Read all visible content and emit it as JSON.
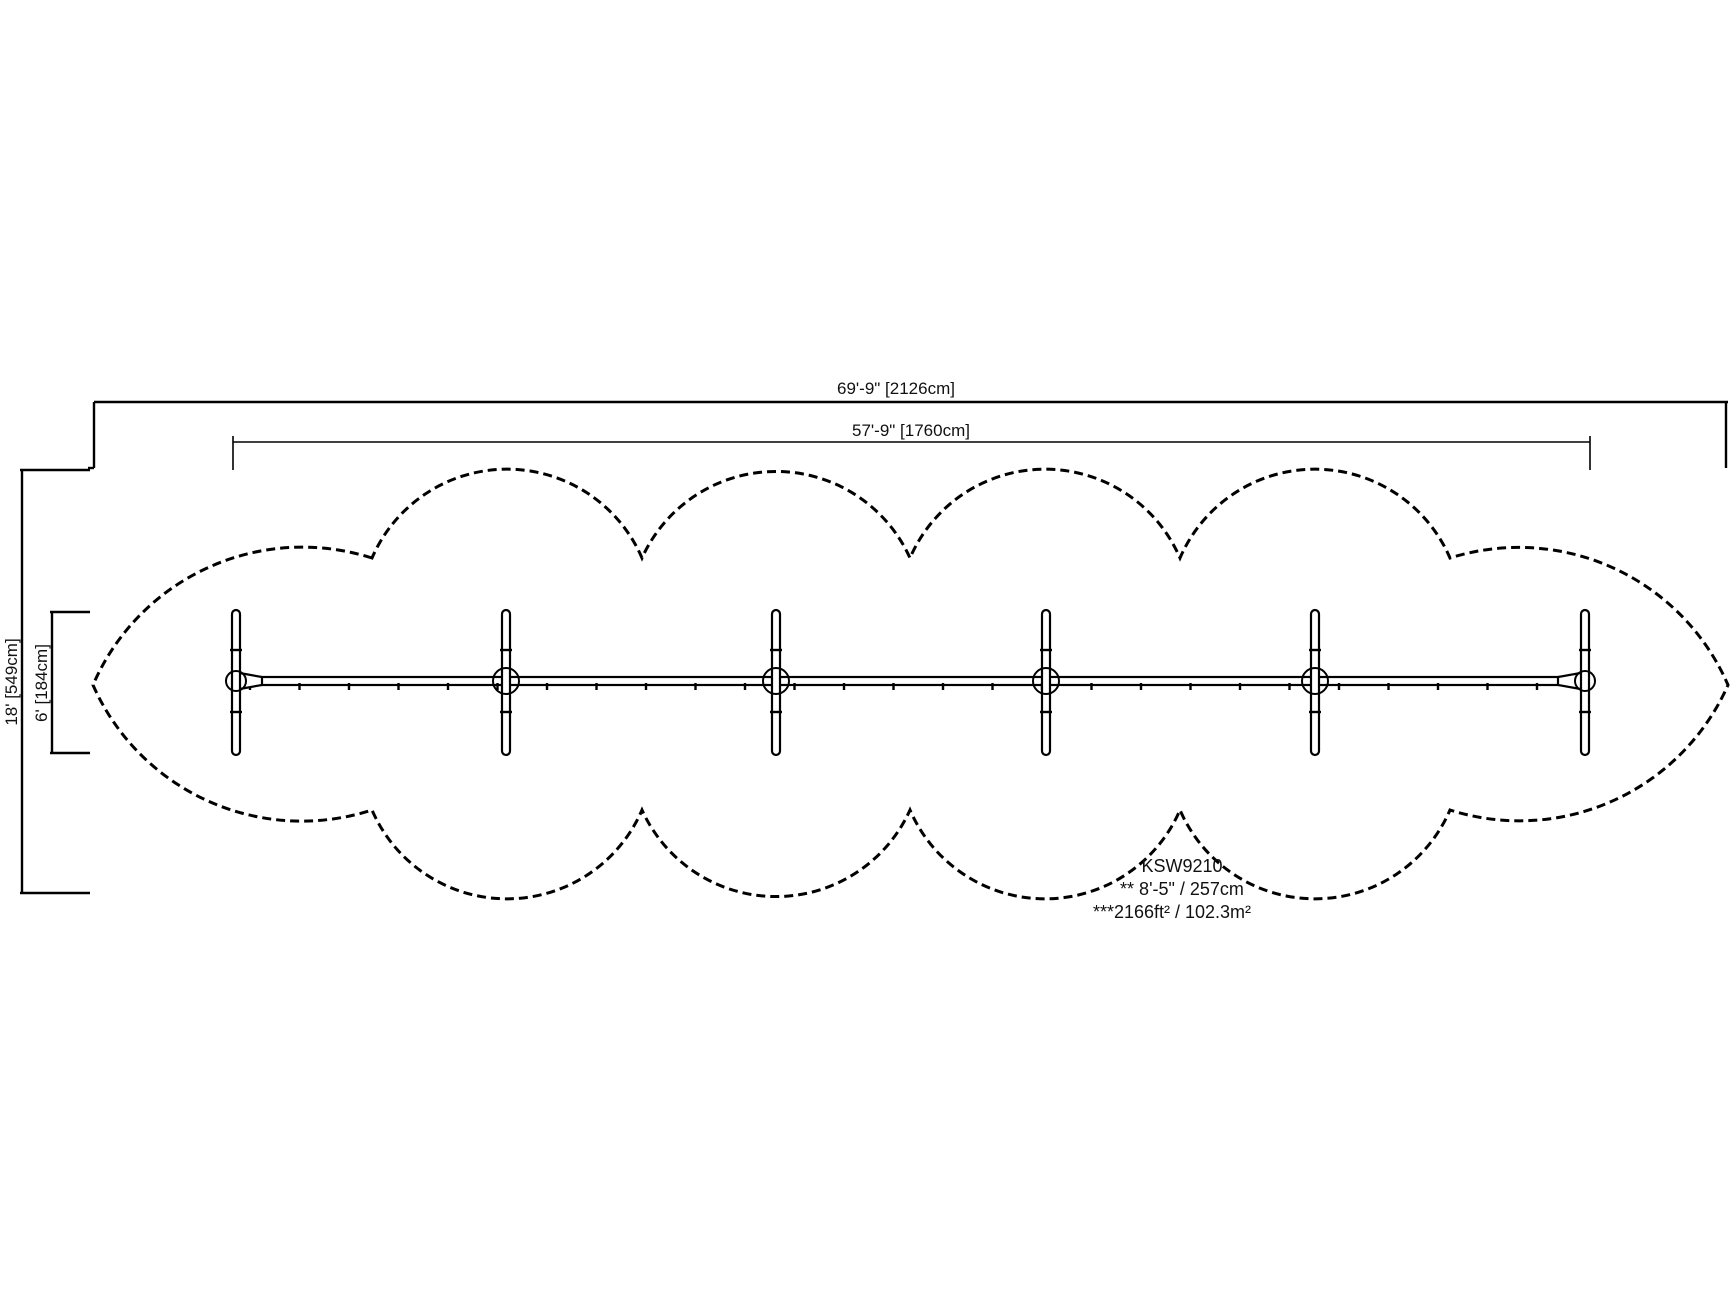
{
  "dimensions": {
    "overall_length": "69'-9\" [2126cm]",
    "pole_span": "57'-9\" [1760cm]",
    "overall_width": "18' [549cm]",
    "pole_width": "6' [184cm]"
  },
  "notes": {
    "model": "KSW9210",
    "height": "** 8'-5\" / 257cm",
    "area": "***2166ft² / 102.3m²"
  },
  "line_color": "#000000"
}
